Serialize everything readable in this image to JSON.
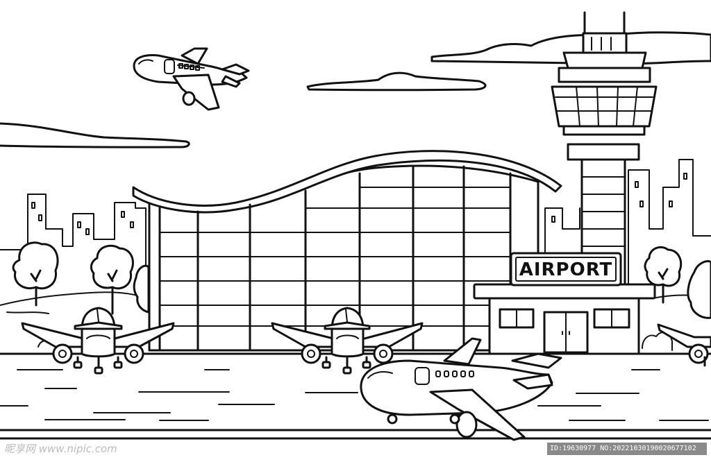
{
  "scene": {
    "sign_text": "AIRPORT",
    "ink_color": "#111111",
    "background_color": "#ffffff"
  },
  "watermark": {
    "left_text": "昵享网 www.nipic.com",
    "right_text": "ID:19630977 NO:20221030190020677102"
  }
}
